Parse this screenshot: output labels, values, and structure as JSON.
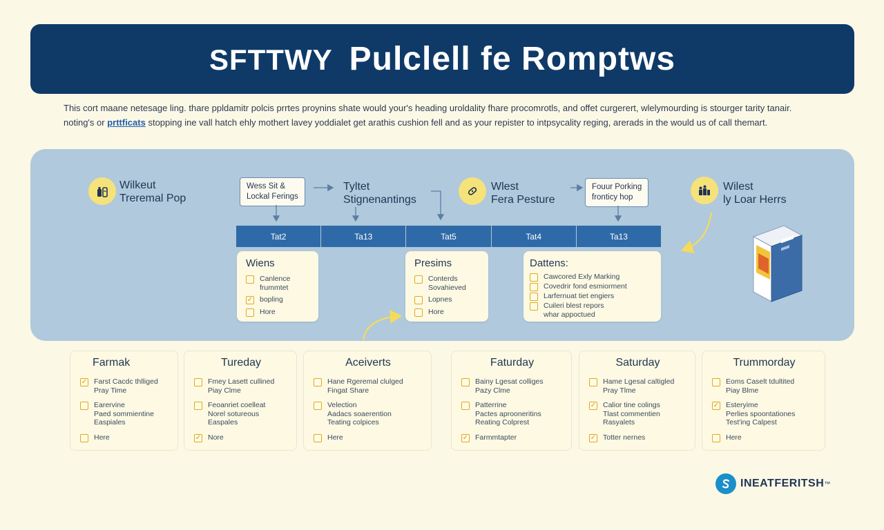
{
  "header": {
    "title_part1": "SFTTWY",
    "title_part2": "Pulclell fe Romptws"
  },
  "intro": {
    "line1": "This cort maane netesage ling. thare ppldamitr polcis prrtes proynins shate would your's heading uroldality fhare procomrotls, and offet curgerert, wlelymourding is stourger tarity tanair.",
    "line2_pre": "noting's or",
    "line2_link": "prttficats",
    "line2_post": "stopping ine vall hatch ehly mothert lavey yoddialet get arathis cushion fell and as your repister to intpsycality reging, arerads in the would us of call themart."
  },
  "flow": {
    "lanes": [
      {
        "line1": "Wilkeut",
        "line2": "Treremal Pop",
        "icon": "bottle-icon"
      },
      {
        "line1": "Tyltet",
        "line2": "Stignenantings",
        "icon": ""
      },
      {
        "line1": "Wlest",
        "line2": "Fera Pesture",
        "icon": "hand-bandage-icon"
      },
      {
        "line1": "Wilest",
        "line2": "ly Loar Herrs",
        "icon": "people-icon"
      }
    ],
    "callouts": [
      {
        "line1": "Wess Sit &",
        "line2": "Lockal Ferings"
      },
      {
        "line1": "Fouur Porking",
        "line2": "fronticy hop"
      }
    ],
    "days": [
      "Tat2",
      "Ta13",
      "Tat5",
      "Tat4",
      "Ta13"
    ],
    "cards": [
      {
        "title": "Wiens",
        "items": [
          {
            "lines": [
              "Canlence",
              "frummtet"
            ],
            "checked": false
          },
          {
            "lines": [
              "bopling"
            ],
            "checked": true
          },
          {
            "lines": [
              "Hore"
            ],
            "checked": false
          }
        ]
      },
      {
        "title": "Presims",
        "items": [
          {
            "lines": [
              "Conterds",
              "Sovahieved"
            ],
            "checked": false
          },
          {
            "lines": [
              "Lopnes"
            ],
            "checked": false
          },
          {
            "lines": [
              "Hore"
            ],
            "checked": false
          }
        ]
      },
      {
        "title": "Dattens:",
        "items": [
          {
            "lines": [
              "Cawcored Exly Marking"
            ],
            "checked": false
          },
          {
            "lines": [
              "Covedrir fond esmiorment"
            ],
            "checked": false
          },
          {
            "lines": [
              "Larfernuat tiet engiers"
            ],
            "checked": false
          },
          {
            "lines": [
              "Cuileri blest repors",
              "whar appoctued"
            ],
            "checked": false
          }
        ]
      }
    ]
  },
  "schedule": [
    {
      "title": "Farmak",
      "items": [
        {
          "lines": [
            "Farst Cacdc thlliged",
            "Pray Time"
          ],
          "checked": true
        },
        {
          "lines": [
            "Earervine",
            "Paed sommientine",
            "Easpiales"
          ],
          "checked": false
        },
        {
          "lines": [
            "Here"
          ],
          "checked": false
        }
      ]
    },
    {
      "title": "Tureday",
      "items": [
        {
          "lines": [
            "Fmey Lasett cullined",
            "Piay Clme"
          ],
          "checked": false
        },
        {
          "lines": [
            "Feoanriet coelleat",
            "Norel sotureous",
            "Easpales"
          ],
          "checked": false
        },
        {
          "lines": [
            "Nore"
          ],
          "checked": true
        }
      ]
    },
    {
      "title": "Aceiverts",
      "items": [
        {
          "lines": [
            "Hane Rgeremal clulged",
            "Fingat Share"
          ],
          "checked": false
        },
        {
          "lines": [
            "Velection",
            "Aadacs soaerention",
            "Teating colpices"
          ],
          "checked": false
        },
        {
          "lines": [
            "Here"
          ],
          "checked": false
        }
      ]
    },
    {
      "title": "Faturday",
      "items": [
        {
          "lines": [
            "Bainy Lgesat colliges",
            "Pazy Clme"
          ],
          "checked": false
        },
        {
          "lines": [
            "Patterrine",
            "Pactes aprooneritins",
            "Reating Colprest"
          ],
          "checked": false
        },
        {
          "lines": [
            "Farmmtapter"
          ],
          "checked": true
        }
      ]
    },
    {
      "title": "Saturday",
      "items": [
        {
          "lines": [
            "Hame Lgesal caltigled",
            "Pray Tlme"
          ],
          "checked": false
        },
        {
          "lines": [
            "Calior tine colings",
            "Tlast commentien",
            "Rasyalets"
          ],
          "checked": true
        },
        {
          "lines": [
            "Totter nernes"
          ],
          "checked": true
        }
      ]
    },
    {
      "title": "Trummorday",
      "items": [
        {
          "lines": [
            "Eoms Caselt tdultited",
            "Piay Blme"
          ],
          "checked": false
        },
        {
          "lines": [
            "Esteryime",
            "Perlies spoontationes",
            "Test'ing Calpest"
          ],
          "checked": true
        },
        {
          "lines": [
            "Here"
          ],
          "checked": false
        }
      ]
    }
  ],
  "logo": {
    "text": "INEATFERITSH",
    "mark": "™"
  },
  "colors": {
    "header": "#0f3a68",
    "panel": "#b0c9dc",
    "accent": "#f6e27a",
    "check": "#e1a916",
    "bar": "#2f6aa8"
  }
}
